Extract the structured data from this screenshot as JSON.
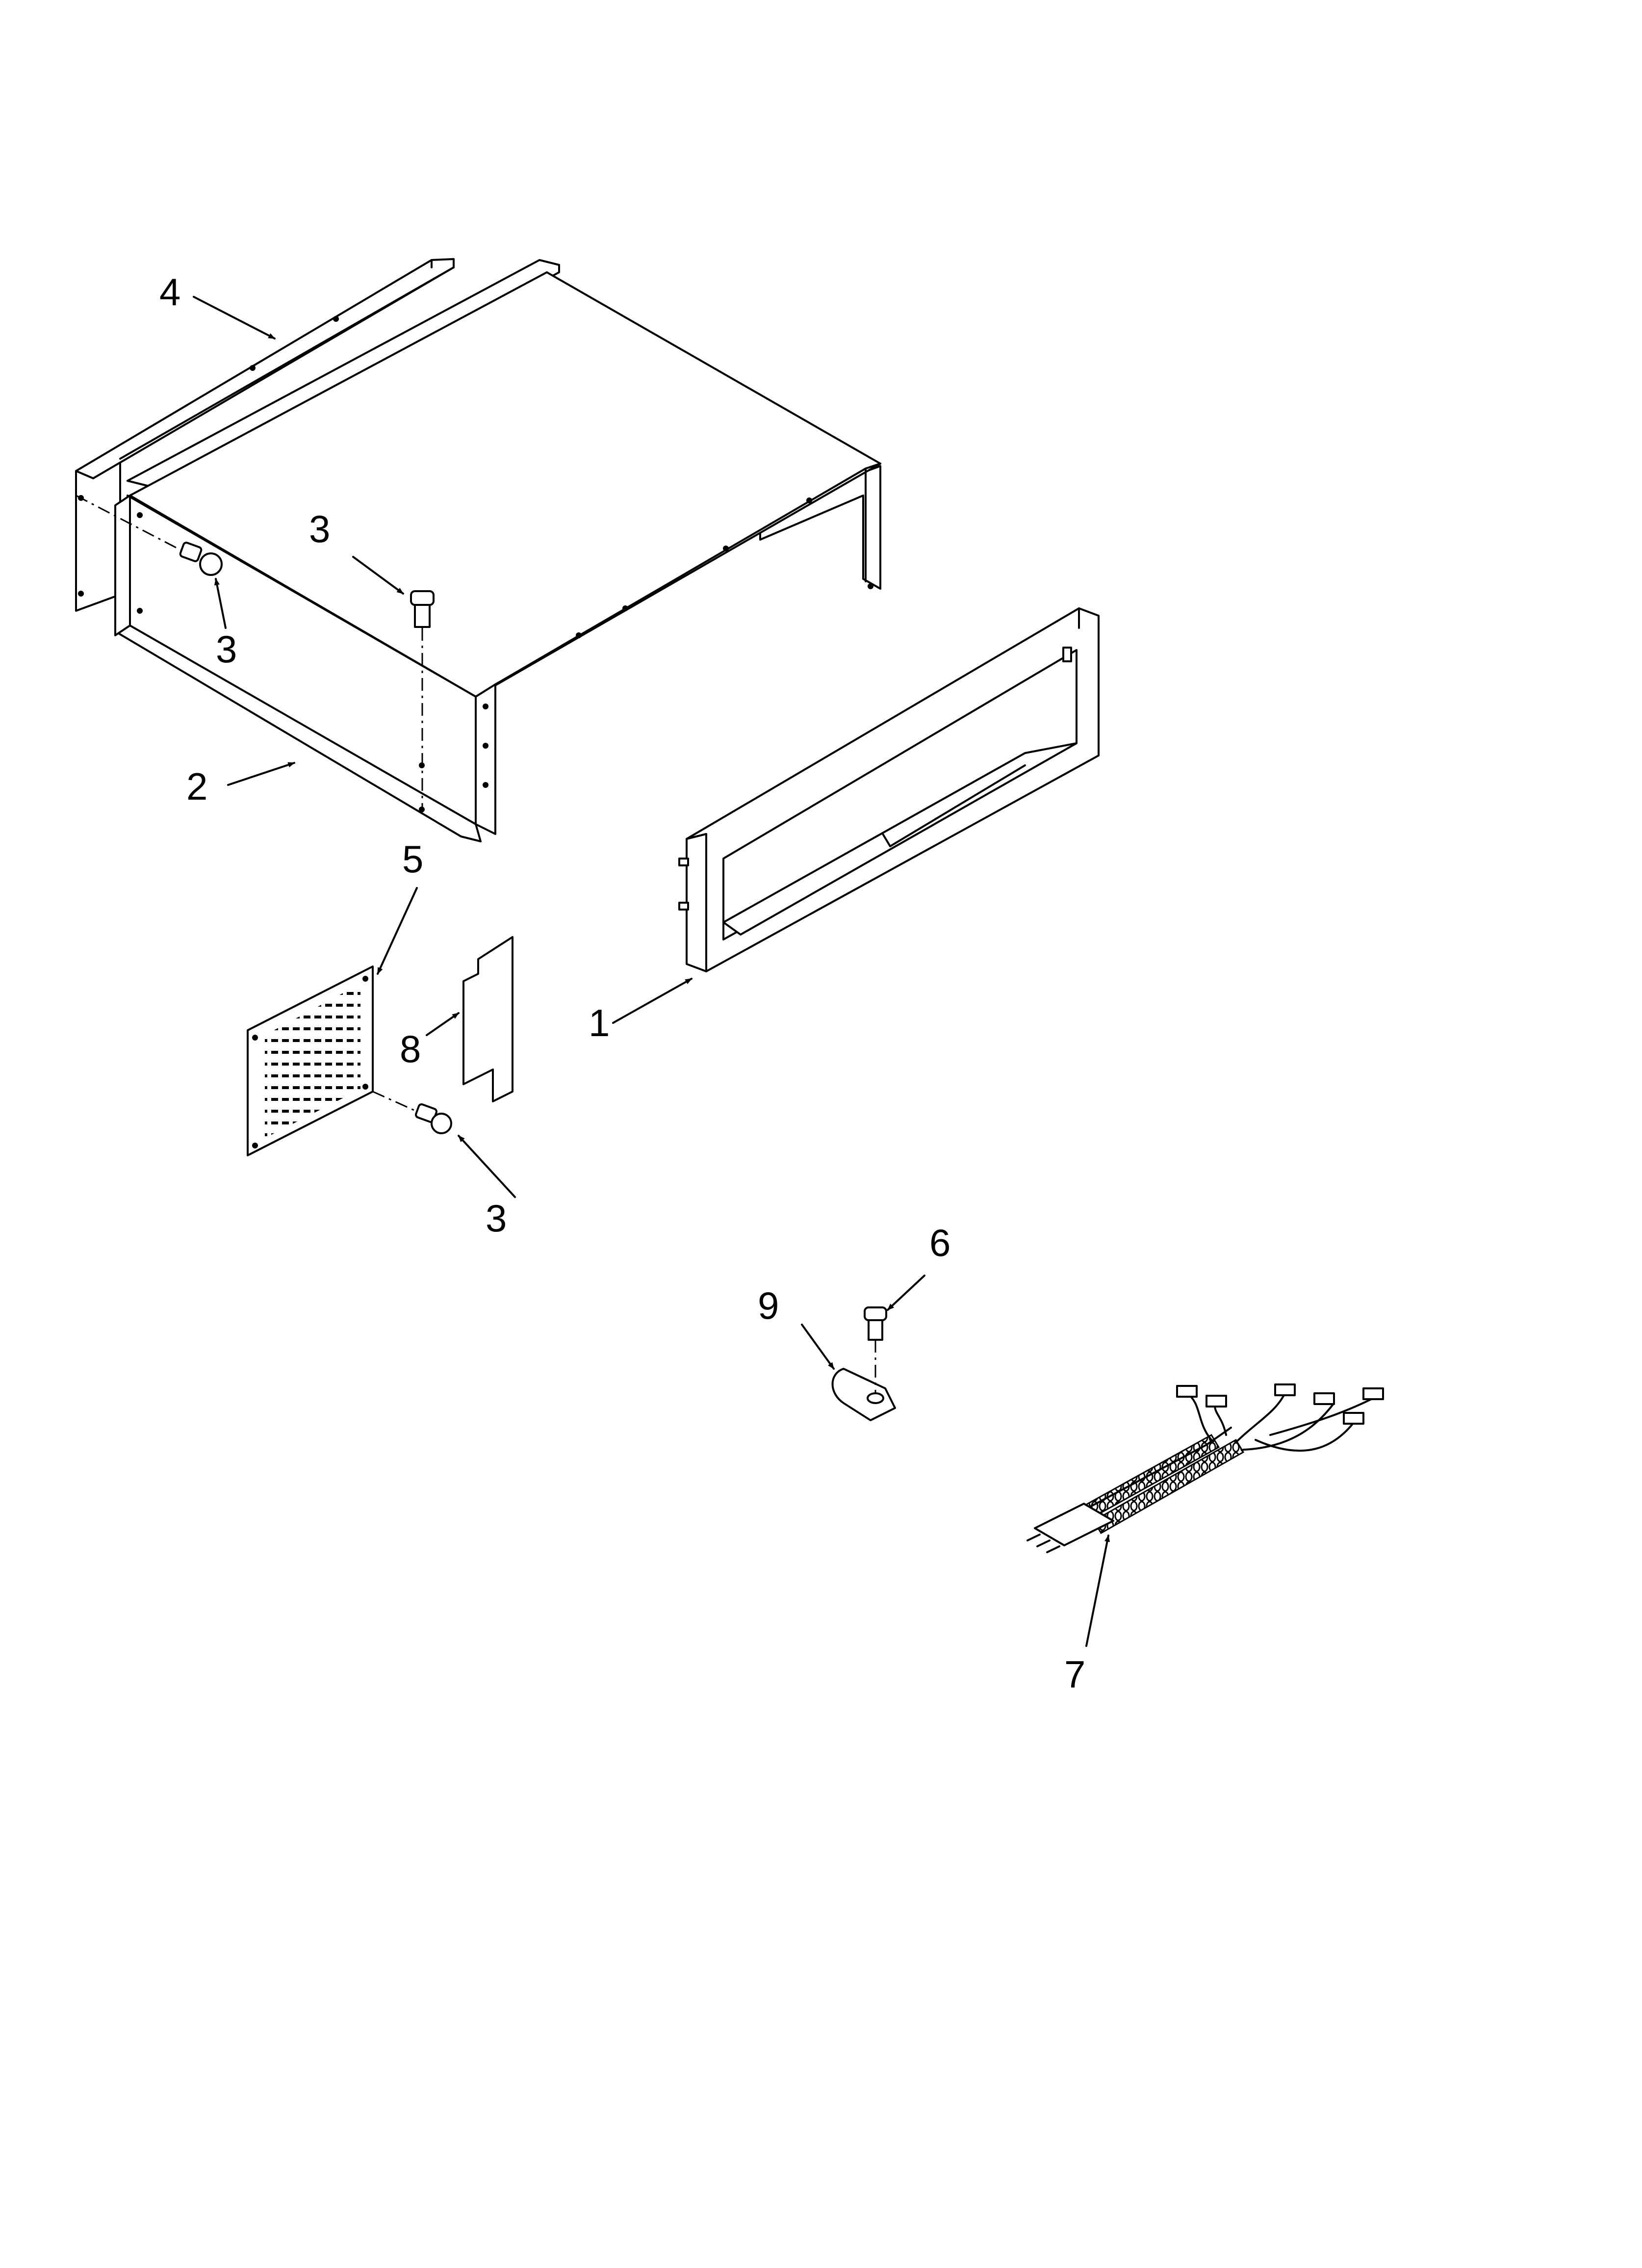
{
  "colors": {
    "background": "#ffffff",
    "line": "#000000"
  },
  "callouts": {
    "part_1": "1",
    "part_2": "2",
    "part_3_left": "3",
    "part_3_top": "3",
    "part_3_grille": "3",
    "part_4": "4",
    "part_5": "5",
    "part_6": "6",
    "part_7": "7",
    "part_8": "8",
    "part_9": "9"
  }
}
